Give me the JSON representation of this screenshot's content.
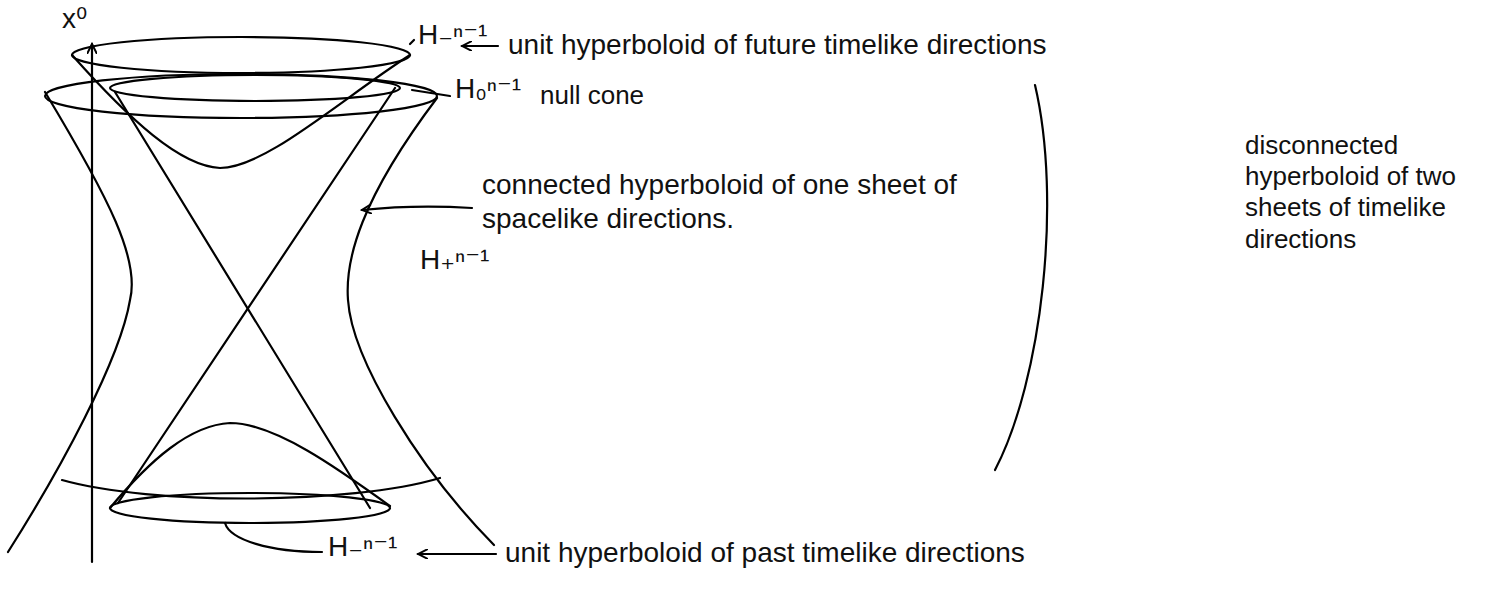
{
  "diagram": {
    "labels": [
      "x⁰",
      "H₋ⁿ⁻¹",
      "unit hyperboloid of future timelike directions",
      "H₀ⁿ⁻¹",
      "null cone",
      "connected hyperboloid of one sheet of spacelike directions.",
      "H₊ⁿ⁻¹",
      "disconnected hyperboloid of two sheets of timelike directions",
      "H₋ⁿ⁻¹",
      "unit hyperboloid of past timelike directions"
    ]
  }
}
